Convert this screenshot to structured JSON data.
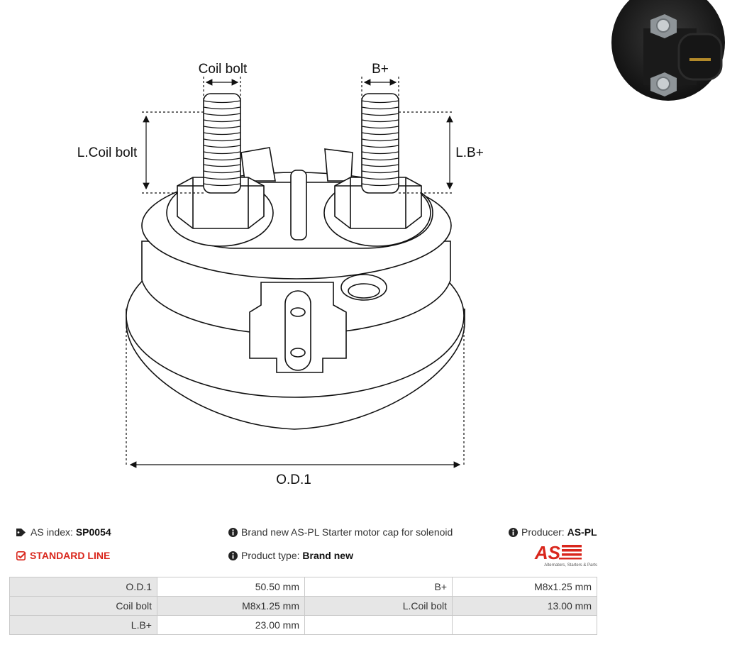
{
  "drawing": {
    "labels": {
      "coil_bolt": "Coil bolt",
      "b_plus": "B+",
      "l_coil_bolt": "L.Coil bolt",
      "l_b_plus": "L.B+",
      "od1": "O.D.1"
    }
  },
  "info": {
    "as_index_label": "AS index:",
    "as_index_value": "SP0054",
    "line": "STANDARD LINE",
    "description": "Brand new AS-PL Starter motor cap for solenoid",
    "product_type_label": "Product type:",
    "product_type_value": "Brand new",
    "producer_label": "Producer:",
    "producer_value": "AS-PL"
  },
  "logo": {
    "mark": "AS",
    "tagline": "Alternators, Starters & Parts"
  },
  "specs": {
    "rows": [
      {
        "label1": "O.D.1",
        "value1": "50.50 mm",
        "label2": "B+",
        "value2": "M8x1.25 mm"
      },
      {
        "label1": "Coil bolt",
        "value1": "M8x1.25 mm",
        "label2": "L.Coil bolt",
        "value2": "13.00 mm"
      },
      {
        "label1": "L.B+",
        "value1": "23.00 mm",
        "label2": "",
        "value2": ""
      }
    ]
  },
  "colors": {
    "accent": "#d9261c",
    "label_bg": "#e6e6e6",
    "border": "#c9c9c9"
  }
}
